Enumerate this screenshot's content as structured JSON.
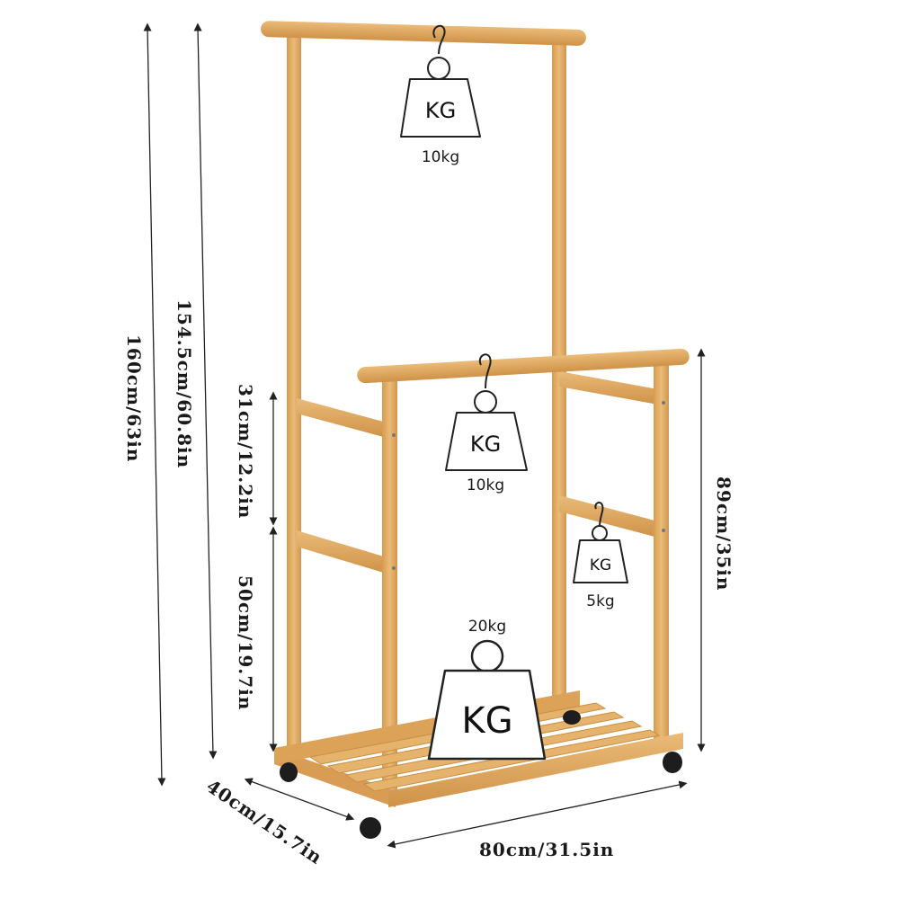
{
  "dimensions": {
    "total_height": "160cm/63in",
    "upright_height": "154.5cm/60.8in",
    "upper_gap": "31cm/12.2in",
    "lower_gap": "50cm/19.7in",
    "front_height": "89cm/35in",
    "depth": "40cm/15.7in",
    "width": "80cm/31.5in"
  },
  "weights": {
    "top_rail": {
      "badge": "KG",
      "load": "10kg"
    },
    "front_rail": {
      "badge": "KG",
      "load": "10kg"
    },
    "side_bar": {
      "badge": "KG",
      "load": "5kg"
    },
    "shelf": {
      "badge": "KG",
      "load": "20kg"
    }
  },
  "colors": {
    "bamboo": "#e2ae66",
    "bamboo_dark": "#c88f45",
    "line": "#222222"
  }
}
